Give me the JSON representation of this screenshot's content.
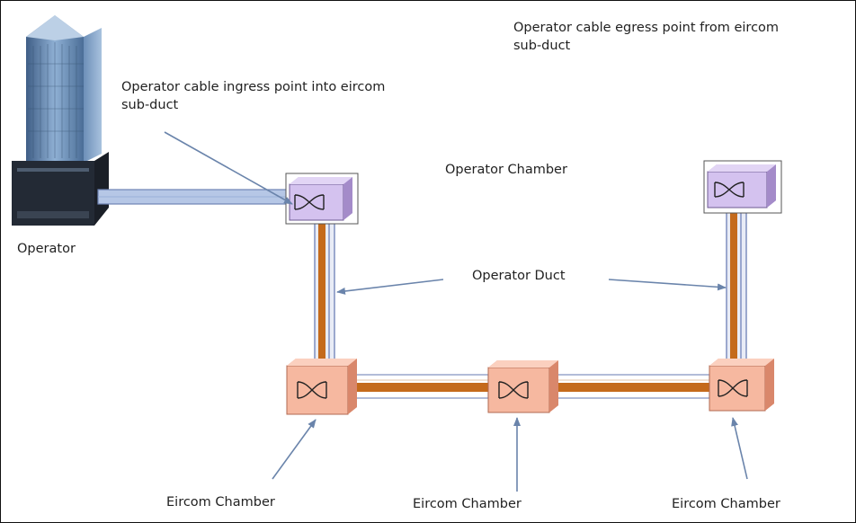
{
  "labels": {
    "egress": "Operator cable egress point from eircom\nsub-duct",
    "ingress": "Operator cable ingress point into eircom\nsub-duct",
    "operator_chamber": "Operator Chamber",
    "operator": "Operator",
    "operator_duct": "Operator Duct",
    "eircom_chamber_left": "Eircom Chamber",
    "eircom_chamber_middle": "Eircom Chamber",
    "eircom_chamber_right": "Eircom Chamber"
  },
  "colors": {
    "operator_chamber_fill": "#d4c2ef",
    "eircom_chamber_fill": "#f6b8a0",
    "cable": "#c46a1c",
    "duct_outline": "#7f8fbf",
    "arrow": "#6a84ab",
    "building": "#5a7ea6"
  },
  "icons": [
    "office-building-icon",
    "chamber-splice-icon"
  ]
}
